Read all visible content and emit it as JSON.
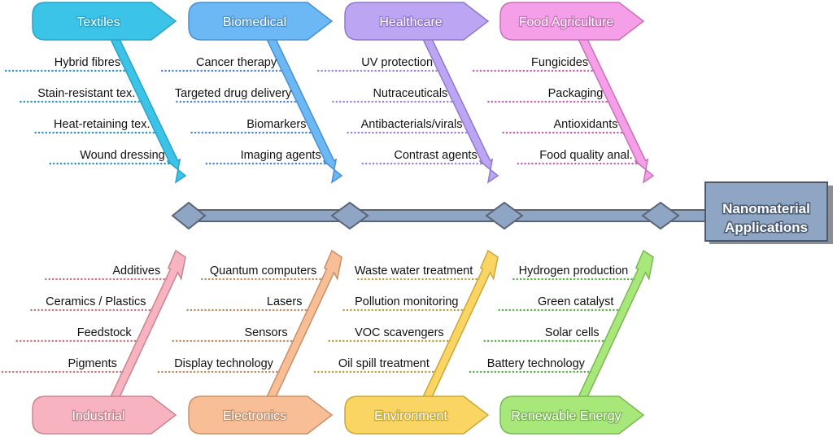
{
  "title": "Nanomaterial Applications",
  "title_lines": [
    "Nanomaterial",
    "Applications"
  ],
  "spine_color": "#8fa5c4",
  "spine_stroke": "#5a6475",
  "top_categories": [
    {
      "name": "Textiles",
      "fill": "#3cc3e8",
      "stroke": "#2aa3c8",
      "dot": "#2a8fbf",
      "items": [
        "Hybrid fibres",
        "Stain-resistant tex.",
        "Heat-retaining tex.",
        "Wound dressing"
      ]
    },
    {
      "name": "Biomedical",
      "fill": "#6bb8f5",
      "stroke": "#4a90d0",
      "dot": "#4a80c8",
      "items": [
        "Cancer therapy",
        "Targeted drug delivery",
        "Biomarkers",
        "Imaging agents"
      ]
    },
    {
      "name": "Healthcare",
      "fill": "#bca6f3",
      "stroke": "#9078cc",
      "dot": "#9a80d0",
      "items": [
        "UV protection",
        "Nutraceuticals",
        "Antibacterials/virals",
        "Contrast agents"
      ]
    },
    {
      "name": "Food Agriculture",
      "fill": "#f59fe8",
      "stroke": "#c870b8",
      "dot": "#c060b0",
      "items": [
        "Fungicides",
        "Packaging",
        "Antioxidants",
        "Food quality anal."
      ]
    }
  ],
  "bottom_categories": [
    {
      "name": "Industrial",
      "fill": "#f7b3c0",
      "stroke": "#c88590",
      "dot": "#c07880",
      "items": [
        "Additives",
        "Ceramics / Plastics",
        "Feedstock",
        "Pigments"
      ]
    },
    {
      "name": "Electronics",
      "fill": "#f8bf96",
      "stroke": "#c8906a",
      "dot": "#c08a60",
      "items": [
        "Quantum computers",
        "Lasers",
        "Sensors",
        "Display technology"
      ]
    },
    {
      "name": "Environment",
      "fill": "#fad563",
      "stroke": "#caa838",
      "dot": "#b8a040",
      "items": [
        "Waste water treatment",
        "Pollution monitoring",
        "VOC scavengers",
        "Oil spill treatment"
      ]
    },
    {
      "name": "Renewable Energy",
      "fill": "#a8e87a",
      "stroke": "#78b850",
      "dot": "#5cb04a",
      "items": [
        "Hydrogen production",
        "Green catalyst",
        "Solar cells",
        "Battery technology"
      ]
    }
  ]
}
